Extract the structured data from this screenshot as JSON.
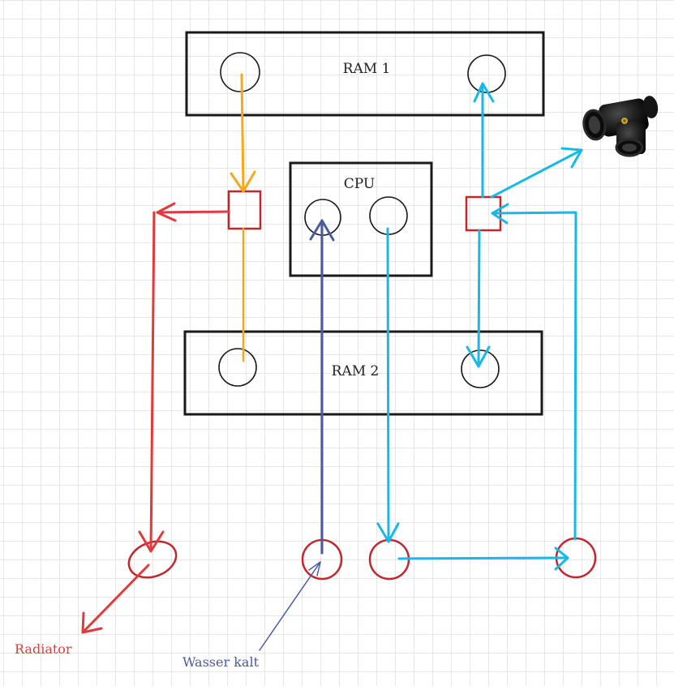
{
  "labels": {
    "ram1": "RAM 1",
    "ram2": "RAM 2",
    "cpu": "CPU",
    "radiator": "Radiator",
    "wasser_kalt": "Wasser kalt"
  },
  "colors": {
    "grid": "#cfcfcf",
    "box_stroke": "#1a1a1a",
    "red": "#e23a3a",
    "cyan": "#17b9e6",
    "orange": "#f5a81c",
    "blue_dark": "#4a5aa6",
    "port_red": "#c0282d"
  },
  "icons": {
    "fitting": "t-fitting-icon"
  }
}
